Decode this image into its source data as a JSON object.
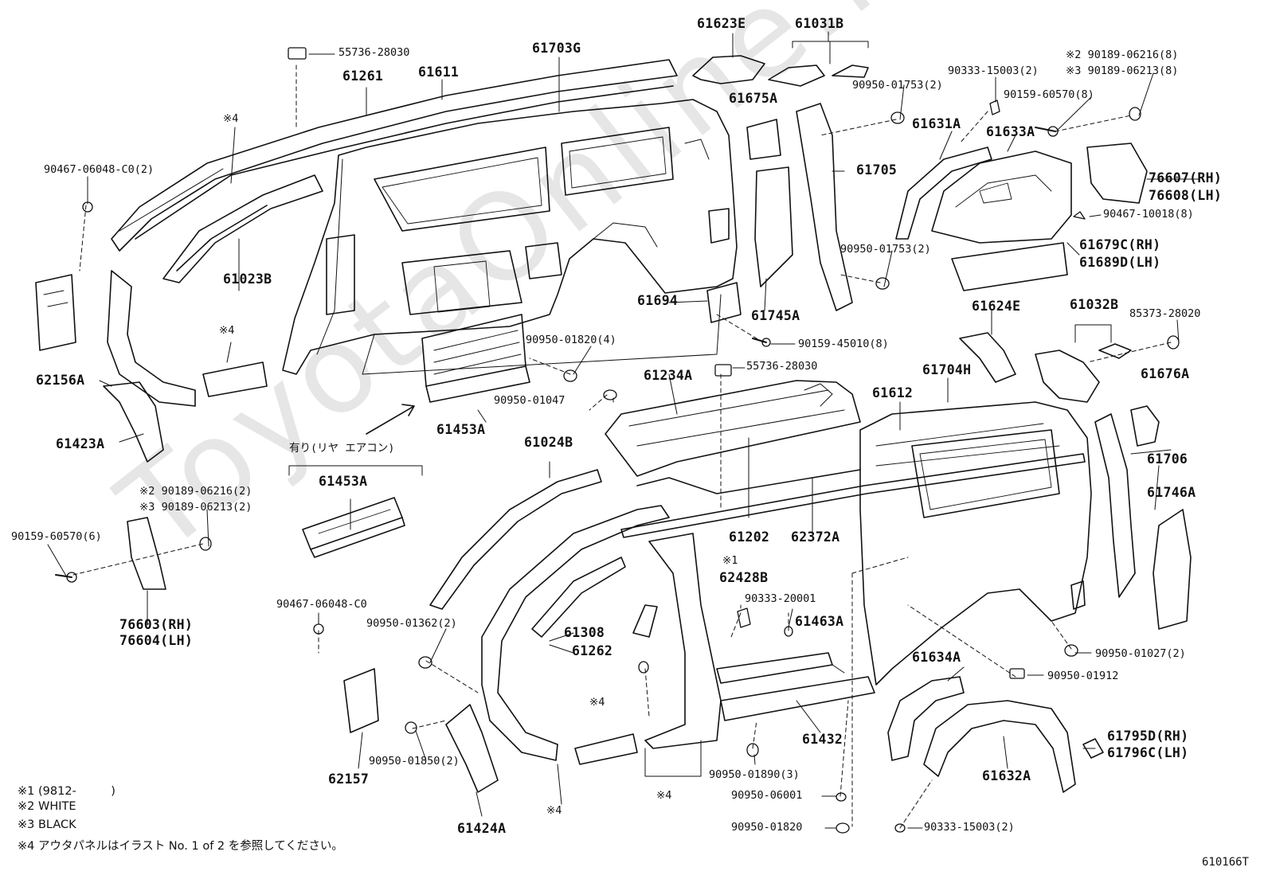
{
  "diagram": {
    "code": "610166T",
    "watermark": "ToyotaOnline.ru",
    "aircon_label": "有り(リヤ エアコン)",
    "notes": [
      "※1 (9812-　　　)",
      "※2 WHITE",
      "※3 BLACK",
      "※4 アウタパネルはイラスト No. 1 of 2 を参照してください。"
    ],
    "labels": [
      {
        "id": "p55736a",
        "text": "55736-28030"
      },
      {
        "id": "p61261",
        "text": "61261"
      },
      {
        "id": "p61611",
        "text": "61611"
      },
      {
        "id": "p61703g",
        "text": "61703G"
      },
      {
        "id": "p61623e",
        "text": "61623E"
      },
      {
        "id": "p61031b",
        "text": "61031B"
      },
      {
        "id": "p90333a",
        "text": "90333-15003(2)"
      },
      {
        "id": "p90189a",
        "text": "※2 90189-06216(8)"
      },
      {
        "id": "p90189b",
        "text": "※3 90189-06213(8)"
      },
      {
        "id": "p90950_1753a",
        "text": "90950-01753(2)"
      },
      {
        "id": "p90159_6570a",
        "text": "90159-60570(8)"
      },
      {
        "id": "p61675a",
        "text": "61675A"
      },
      {
        "id": "p61631a",
        "text": "61631A"
      },
      {
        "id": "p61633a",
        "text": "61633A"
      },
      {
        "id": "p61705",
        "text": "61705"
      },
      {
        "id": "p76607",
        "text": "76607(RH)"
      },
      {
        "id": "p76608",
        "text": "76608(LH)"
      },
      {
        "id": "p90467_10018",
        "text": "90467-10018(8)"
      },
      {
        "id": "p61679c",
        "text": "61679C(RH)"
      },
      {
        "id": "p61689d",
        "text": "61689D(LH)"
      },
      {
        "id": "p90950_1753b",
        "text": "90950-01753(2)"
      },
      {
        "id": "p90467a",
        "text": "90467-06048-C0(2)"
      },
      {
        "id": "star4a",
        "text": "※4"
      },
      {
        "id": "p61023b",
        "text": "61023B"
      },
      {
        "id": "p61694",
        "text": "61694"
      },
      {
        "id": "p61745a",
        "text": "61745A"
      },
      {
        "id": "p62156a",
        "text": "62156A"
      },
      {
        "id": "star4b",
        "text": "※4"
      },
      {
        "id": "p90950_1820a",
        "text": "90950-01820(4)"
      },
      {
        "id": "p90159_45010",
        "text": "90159-45010(8)"
      },
      {
        "id": "p61624e",
        "text": "61624E"
      },
      {
        "id": "p61032b",
        "text": "61032B"
      },
      {
        "id": "p85373",
        "text": "85373-28020"
      },
      {
        "id": "p55736b",
        "text": "55736-28030"
      },
      {
        "id": "p90950_1047",
        "text": "90950-01047"
      },
      {
        "id": "p61234a",
        "text": "61234A"
      },
      {
        "id": "p61704h",
        "text": "61704H"
      },
      {
        "id": "p61612",
        "text": "61612"
      },
      {
        "id": "p61676a",
        "text": "61676A"
      },
      {
        "id": "p61423a",
        "text": "61423A"
      },
      {
        "id": "p61453a_1",
        "text": "61453A"
      },
      {
        "id": "p61024b",
        "text": "61024B"
      },
      {
        "id": "p61706",
        "text": "61706"
      },
      {
        "id": "p61453a_2",
        "text": "61453A"
      },
      {
        "id": "p90189c",
        "text": "※2 90189-06216(2)"
      },
      {
        "id": "p90189d",
        "text": "※3 90189-06213(2)"
      },
      {
        "id": "p61746a",
        "text": "61746A"
      },
      {
        "id": "p90159_6570b",
        "text": "90159-60570(6)"
      },
      {
        "id": "p61202",
        "text": "61202"
      },
      {
        "id": "p62372a",
        "text": "62372A"
      },
      {
        "id": "star1",
        "text": "※1"
      },
      {
        "id": "p62428b",
        "text": "62428B"
      },
      {
        "id": "p90333_20001",
        "text": "90333-20001"
      },
      {
        "id": "p61463a",
        "text": "61463A"
      },
      {
        "id": "p76603",
        "text": "76603(RH)"
      },
      {
        "id": "p76604",
        "text": "76604(LH)"
      },
      {
        "id": "p90467b",
        "text": "90467-06048-C0"
      },
      {
        "id": "p90950_1362",
        "text": "90950-01362(2)"
      },
      {
        "id": "p61308",
        "text": "61308"
      },
      {
        "id": "p61262",
        "text": "61262"
      },
      {
        "id": "p90950_1027",
        "text": "90950-01027(2)"
      },
      {
        "id": "p61634a",
        "text": "61634A"
      },
      {
        "id": "p90950_1912",
        "text": "90950-01912"
      },
      {
        "id": "star4c",
        "text": "※4"
      },
      {
        "id": "p61432",
        "text": "61432"
      },
      {
        "id": "p61795d",
        "text": "61795D(RH)"
      },
      {
        "id": "p61796c",
        "text": "61796C(LH)"
      },
      {
        "id": "p90950_1850",
        "text": "90950-01850(2)"
      },
      {
        "id": "p62157",
        "text": "62157"
      },
      {
        "id": "p90950_1890",
        "text": "90950-01890(3)"
      },
      {
        "id": "star4d",
        "text": "※4"
      },
      {
        "id": "p61632a",
        "text": "61632A"
      },
      {
        "id": "p90950_6001",
        "text": "90950-06001"
      },
      {
        "id": "p90950_1820b",
        "text": "90950-01820"
      },
      {
        "id": "p90333b",
        "text": "90333-15003(2)"
      },
      {
        "id": "p61424a",
        "text": "61424A"
      },
      {
        "id": "star4e",
        "text": "※4"
      }
    ]
  }
}
